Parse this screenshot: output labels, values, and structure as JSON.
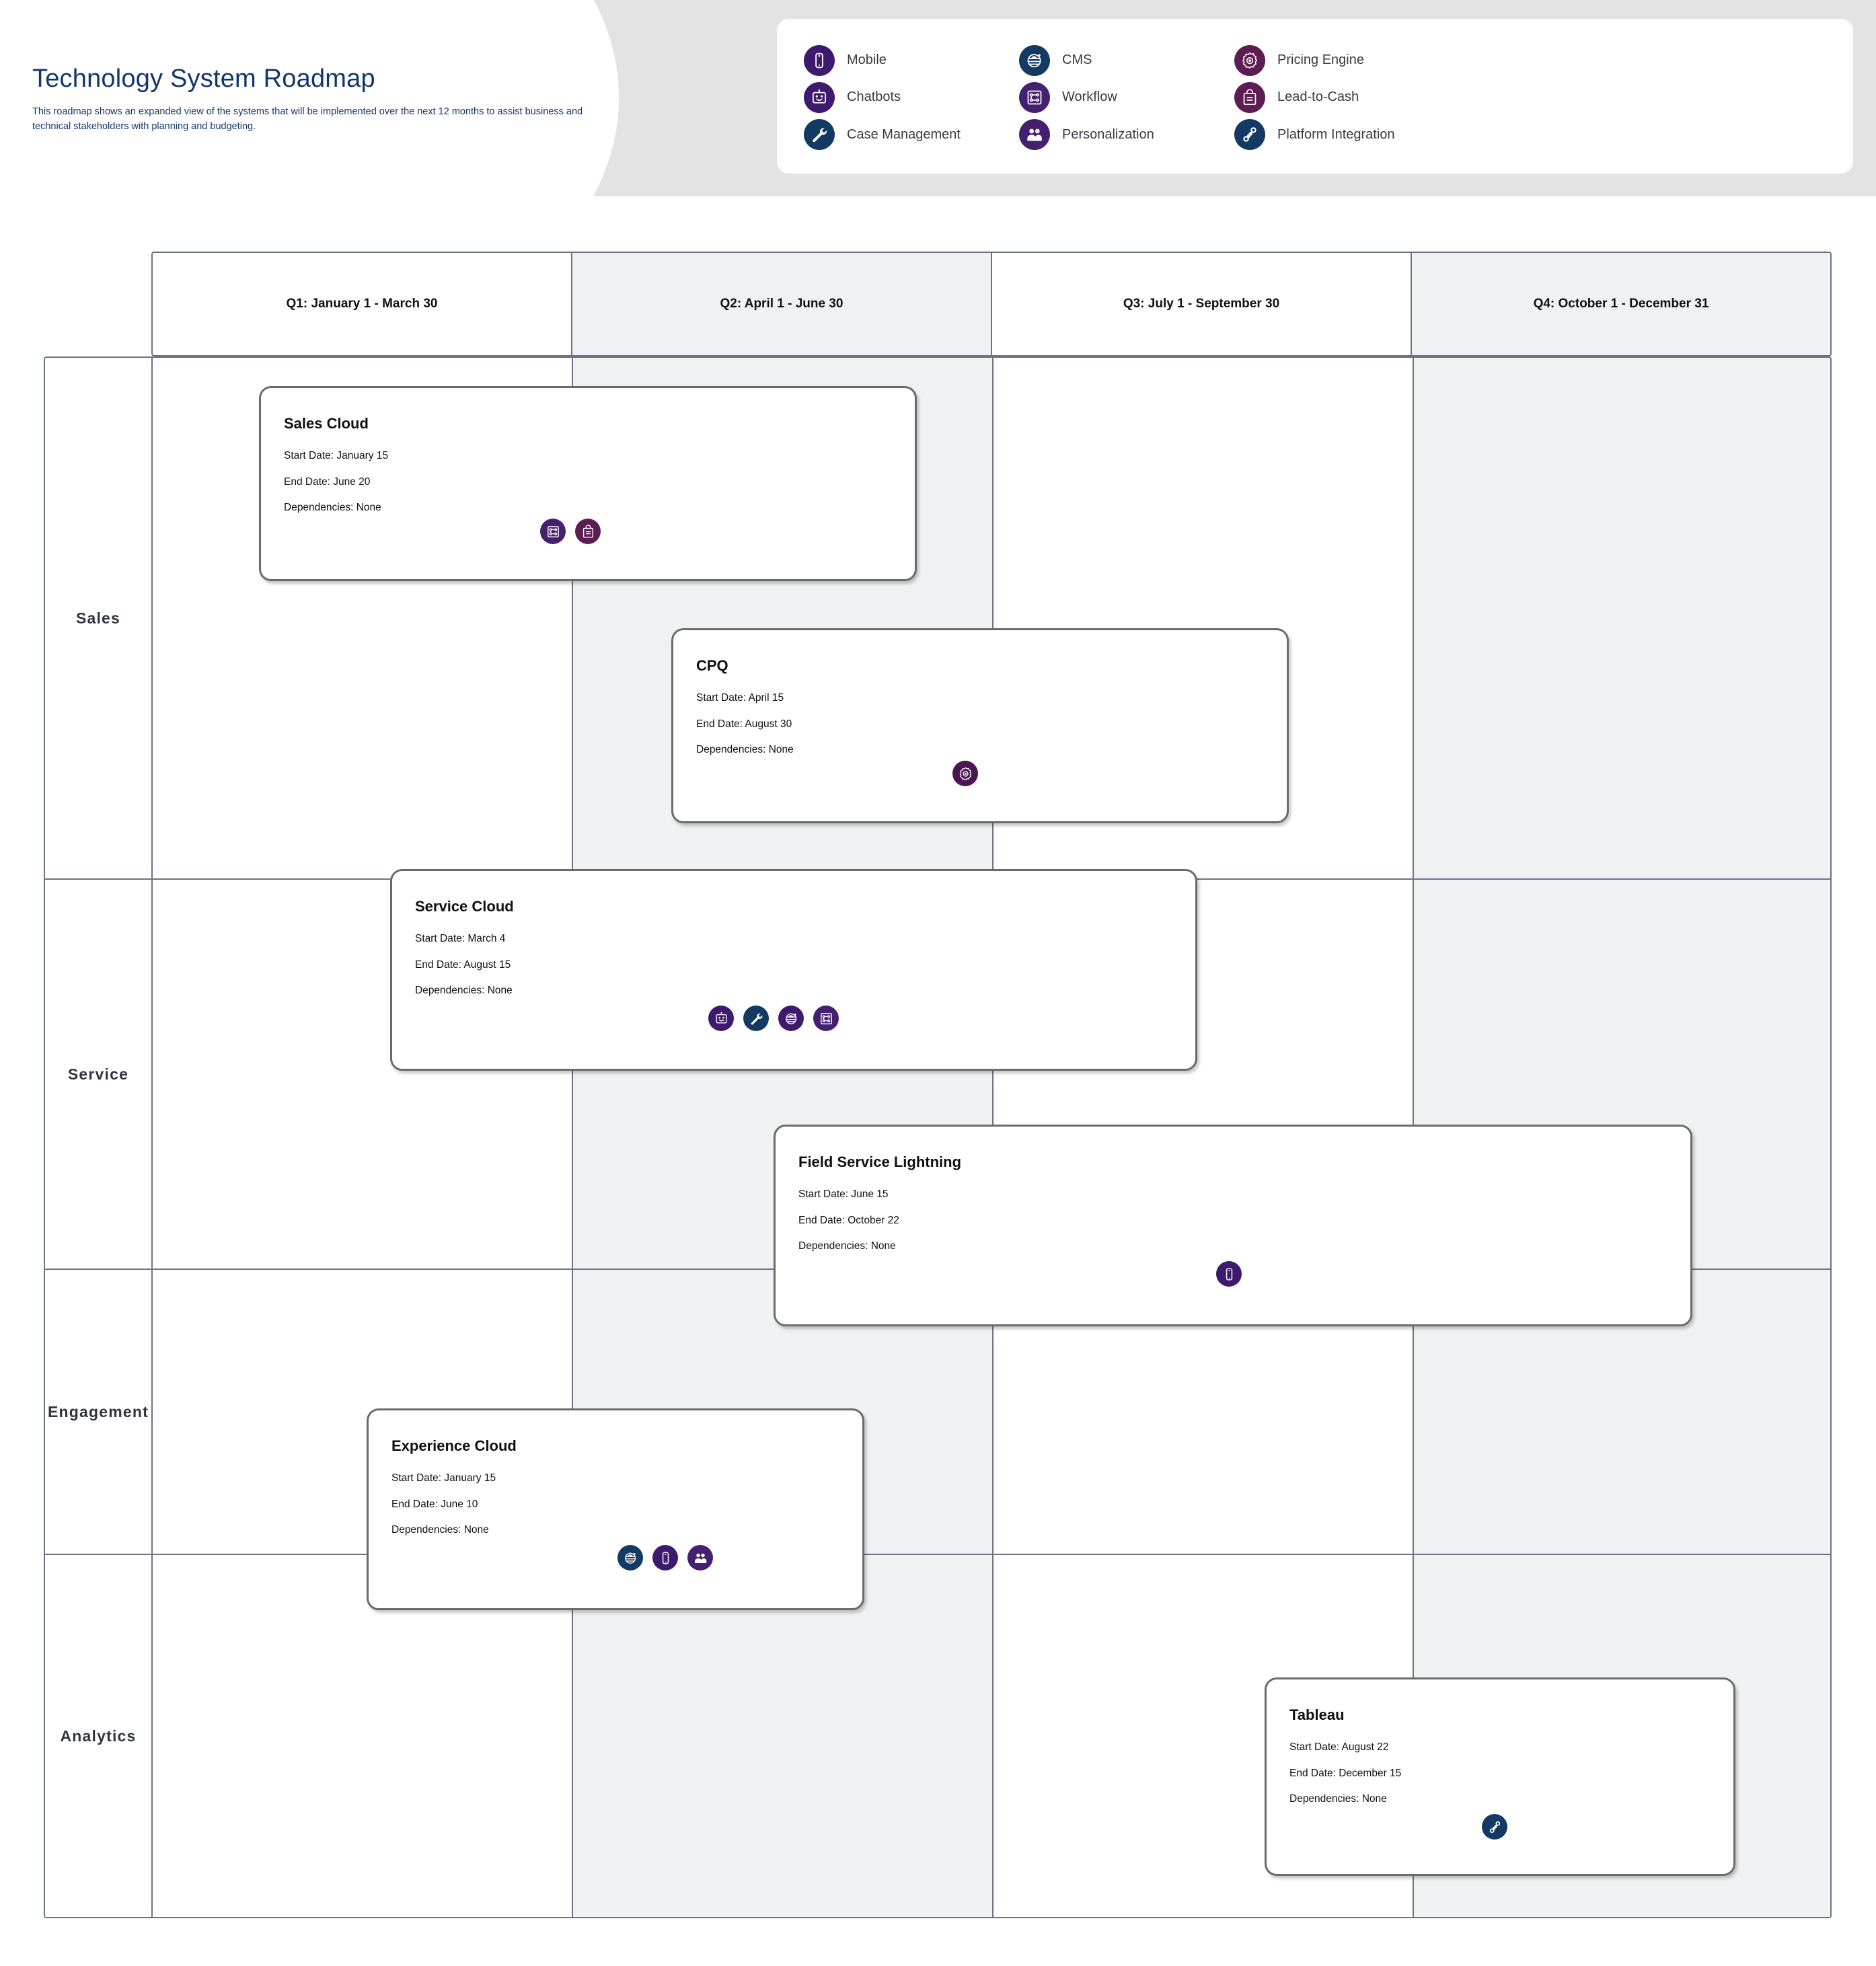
{
  "header": {
    "title": "Technology System Roadmap",
    "subtitle": "This roadmap shows an expanded view of the systems that will be implemented over the next 12 months to assist business and technical stakeholders with planning and budgeting."
  },
  "colors": {
    "title_blue": "#14366b",
    "band_gray": "#e3e3e3",
    "grid_line": "#6c7382",
    "alt_column": "#f0f1f3",
    "icon_purple": "#3d1a6e",
    "icon_navy": "#123a63",
    "icon_plum": "#5c1d52",
    "icon_violet": "#44206e"
  },
  "legend": {
    "items": [
      {
        "label": "Mobile",
        "icon": "mobile-icon",
        "color": "#3d1a6e"
      },
      {
        "label": "CMS",
        "icon": "cms-icon",
        "color": "#123a63"
      },
      {
        "label": "Pricing Engine",
        "icon": "pricing-engine-icon",
        "color": "#5c1d52"
      },
      {
        "label": "Chatbots",
        "icon": "chatbot-icon",
        "color": "#3d1a6e"
      },
      {
        "label": "Workflow",
        "icon": "workflow-icon",
        "color": "#44206e"
      },
      {
        "label": "Lead-to-Cash",
        "icon": "lead-to-cash-icon",
        "color": "#5c1d52"
      },
      {
        "label": "Case Management",
        "icon": "case-management-icon",
        "color": "#123a63"
      },
      {
        "label": "Personalization",
        "icon": "personalization-icon",
        "color": "#44206e"
      },
      {
        "label": "Platform Integration",
        "icon": "platform-integration-icon",
        "color": "#123a63"
      }
    ]
  },
  "quarters": [
    {
      "label": "Q1: January 1  - March 30"
    },
    {
      "label": "Q2: April 1 - June 30"
    },
    {
      "label": "Q3: July 1 - September 30"
    },
    {
      "label": "Q4: October 1 - December 31"
    }
  ],
  "rows": [
    {
      "label": "Sales"
    },
    {
      "label": "Service"
    },
    {
      "label": "Engagement"
    },
    {
      "label": "Analytics"
    }
  ],
  "cards": [
    {
      "name": "sales-cloud",
      "row": "Sales",
      "title": "Sales Cloud",
      "start": "Start Date: January 15",
      "end": "End Date:  June 20",
      "dependencies": "Dependencies: None",
      "icons": [
        {
          "icon": "workflow-icon",
          "color": "#44206e"
        },
        {
          "icon": "lead-to-cash-icon",
          "color": "#5c1d52"
        }
      ]
    },
    {
      "name": "cpq",
      "row": "Sales",
      "title": "CPQ",
      "start": "Start Date: April 15",
      "end": "End Date: August 30",
      "dependencies": "Dependencies:  None",
      "icons": [
        {
          "icon": "pricing-engine-icon",
          "color": "#4a1550"
        }
      ]
    },
    {
      "name": "service-cloud",
      "row": "Service",
      "title": "Service Cloud",
      "start": "Start Date: March 4",
      "end": "End Date:  August 15",
      "dependencies": "Dependencies: None",
      "icons": [
        {
          "icon": "chatbot-icon",
          "color": "#3d1a6e"
        },
        {
          "icon": "case-management-icon",
          "color": "#123a63"
        },
        {
          "icon": "cms-icon",
          "color": "#3d1a6e"
        },
        {
          "icon": "workflow-icon",
          "color": "#44206e"
        }
      ]
    },
    {
      "name": "field-service-lightning",
      "row": "Service",
      "title": "Field Service Lightning",
      "start": "Start Date: June 15",
      "end": "End Date: October 22",
      "dependencies": "Dependencies: None",
      "icons": [
        {
          "icon": "mobile-icon",
          "color": "#3d1a6e"
        }
      ]
    },
    {
      "name": "experience-cloud",
      "row": "Engagement",
      "title": "Experience Cloud",
      "start": "Start Date: January 15",
      "end": "End Date: June 10",
      "dependencies": "Dependencies:  None",
      "icons": [
        {
          "icon": "cms-icon",
          "color": "#123a63"
        },
        {
          "icon": "mobile-icon",
          "color": "#3d1a6e"
        },
        {
          "icon": "personalization-icon",
          "color": "#44206e"
        }
      ]
    },
    {
      "name": "tableau",
      "row": "Analytics",
      "title": "Tableau",
      "start": "Start Date: August 22",
      "end": "End Date: December 15",
      "dependencies": "Dependencies: None",
      "icons": [
        {
          "icon": "platform-integration-icon",
          "color": "#123a63"
        }
      ]
    }
  ]
}
